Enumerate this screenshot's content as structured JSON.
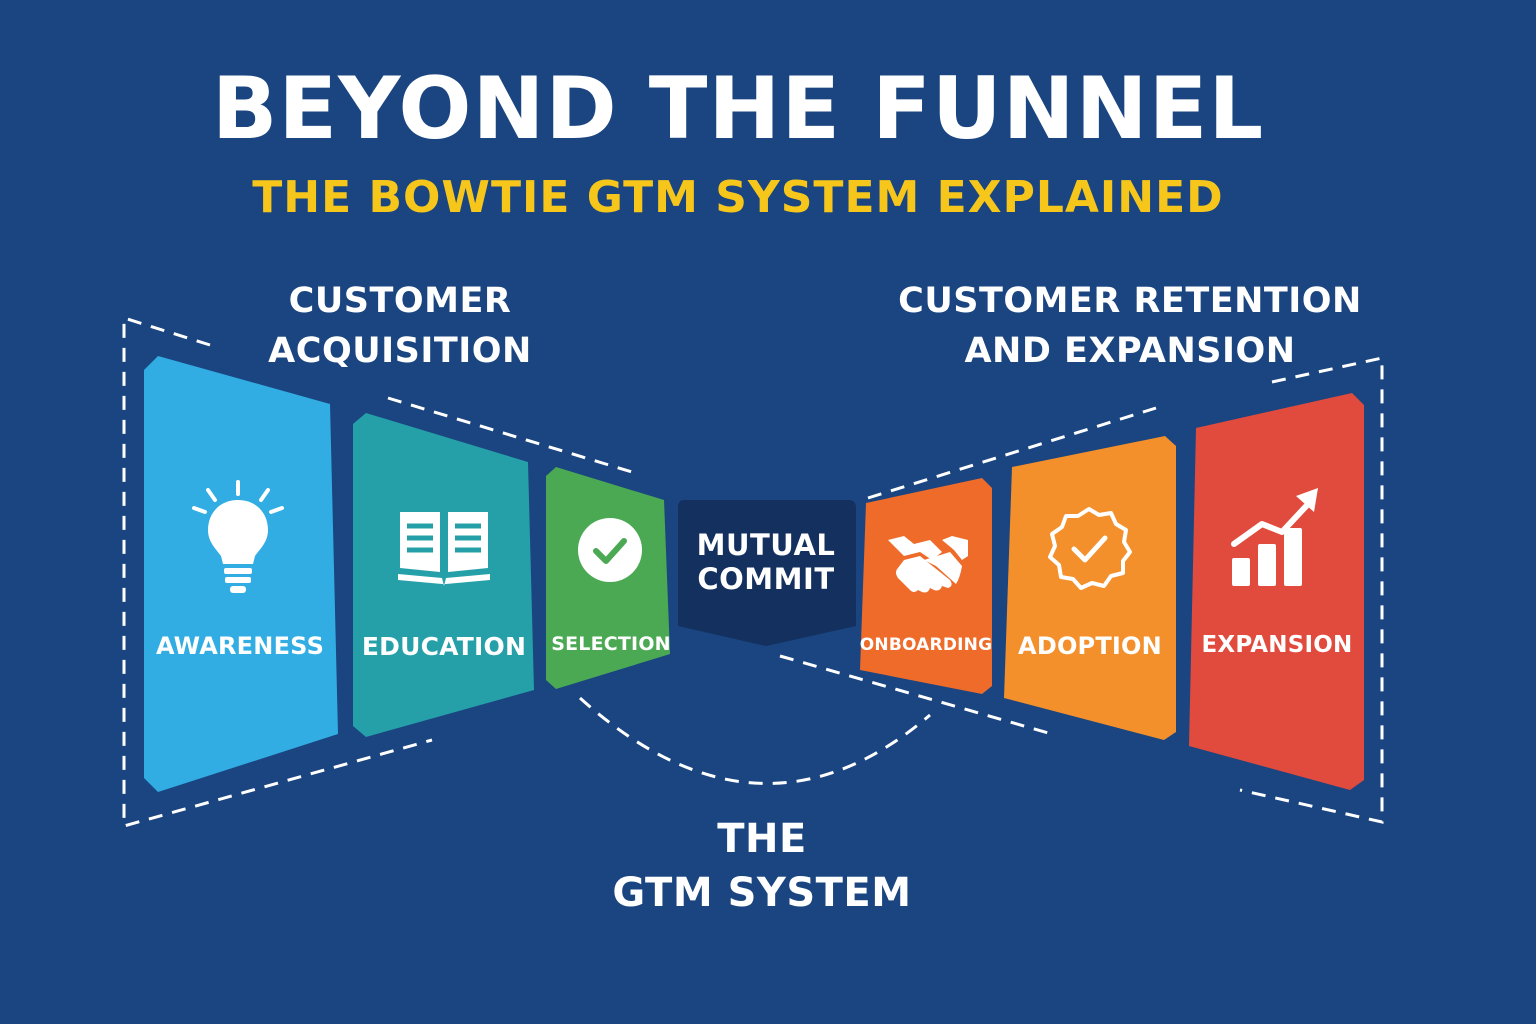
{
  "title": "BEYOND THE FUNNEL",
  "subtitle": "THE BOWTIE GTM SYSTEM EXPLAINED",
  "left_section": {
    "line1": "CUSTOMER",
    "line2": "ACQUISITION"
  },
  "right_section": {
    "line1": "CUSTOMER RETENTION",
    "line2": "AND EXPANSION"
  },
  "bottom_section": {
    "line1": "THE",
    "line2": "GTM SYSTEM"
  },
  "center": {
    "line1": "MUTUAL",
    "line2": "COMMIT",
    "color": "#13305e"
  },
  "stages": [
    {
      "label": "AWARENESS",
      "icon": "lightbulb-icon",
      "color": "#31ade3"
    },
    {
      "label": "EDUCATION",
      "icon": "book-icon",
      "color": "#25a0a9"
    },
    {
      "label": "SELECTION",
      "icon": "check-circle-icon",
      "color": "#4ca953"
    },
    {
      "label": "ONBOARDING",
      "icon": "handshake-icon",
      "color": "#ee6b2a"
    },
    {
      "label": "ADOPTION",
      "icon": "check-badge-icon",
      "color": "#f3902b"
    },
    {
      "label": "EXPANSION",
      "icon": "growth-chart-icon",
      "color": "#e04b3d"
    }
  ],
  "colors": {
    "background": "#1a4580",
    "accent": "#f6c61b",
    "text": "#ffffff"
  }
}
